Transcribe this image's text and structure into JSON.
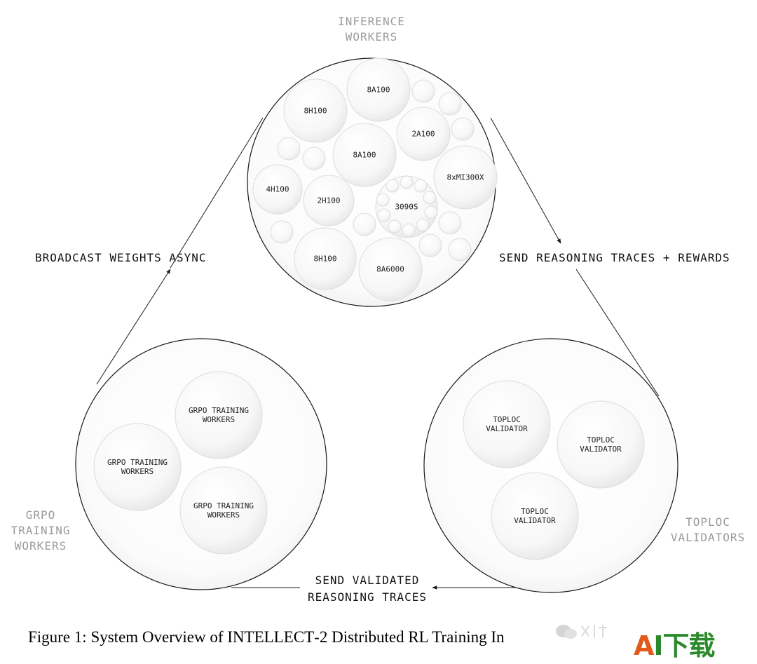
{
  "clusters": {
    "inference": {
      "title_line1": "INFERENCE",
      "title_line2": "WORKERS"
    },
    "grpo": {
      "title_line1": "GRPO",
      "title_line2": "TRAINING",
      "title_line3": "WORKERS"
    },
    "toploc": {
      "title_line1": "TOPLOC",
      "title_line2": "VALIDATORS"
    }
  },
  "flows": {
    "broadcast": "BROADCAST WEIGHTS ASYNC",
    "send_traces": "SEND REASONING TRACES + REWARDS",
    "validated_line1": "SEND VALIDATED",
    "validated_line2": "REASONING TRACES"
  },
  "inference_nodes": [
    {
      "id": "8h100-top",
      "label": "8H100"
    },
    {
      "id": "8a100-top",
      "label": "8A100"
    },
    {
      "id": "2a100",
      "label": "2A100"
    },
    {
      "id": "8a100-mid",
      "label": "8A100"
    },
    {
      "id": "8xmi300x",
      "label": "8xMI300X"
    },
    {
      "id": "4h100",
      "label": "4H100"
    },
    {
      "id": "2h100",
      "label": "2H100"
    },
    {
      "id": "3090s",
      "label": "3090S"
    },
    {
      "id": "8h100-bottom",
      "label": "8H100"
    },
    {
      "id": "8a6000",
      "label": "8A6000"
    }
  ],
  "grpo_nodes": [
    {
      "id": "grpo-top",
      "line1": "GRPO TRAINING",
      "line2": "WORKERS"
    },
    {
      "id": "grpo-left",
      "line1": "GRPO TRAINING",
      "line2": "WORKERS"
    },
    {
      "id": "grpo-bottom",
      "line1": "GRPO TRAINING",
      "line2": "WORKERS"
    }
  ],
  "toploc_nodes": [
    {
      "id": "toploc-left",
      "line1": "TOPLOC",
      "line2": "VALIDATOR"
    },
    {
      "id": "toploc-right",
      "line1": "TOPLOC",
      "line2": "VALIDATOR"
    },
    {
      "id": "toploc-bottom",
      "line1": "TOPLOC",
      "line2": "VALIDATOR"
    }
  ],
  "caption": {
    "prefix": "Figure 1: System Overview of ",
    "smallcaps": "INTELLECT",
    "suffix": "-2 Distributed RL Training In"
  },
  "watermark": {
    "logo_a": "A",
    "logo_rest": "I下载"
  },
  "colors": {
    "outline": "#1a1a1a",
    "muted_title": "#9a9a9a",
    "watermark_green": "#2a8a2a",
    "watermark_orange": "#e05a1a"
  }
}
